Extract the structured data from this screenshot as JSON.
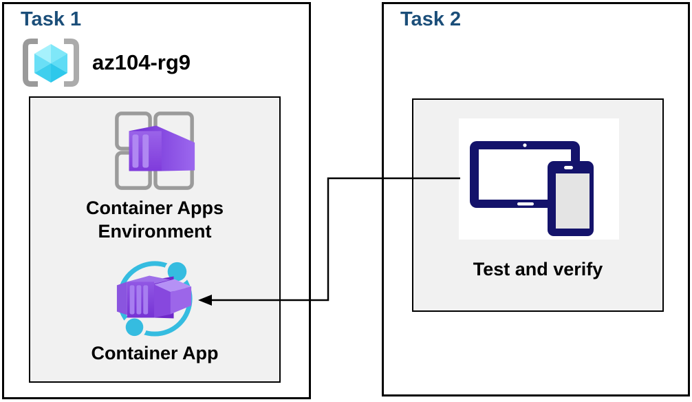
{
  "colors": {
    "title_blue": "#1B4E79",
    "panel_gray": "#F1F1F1",
    "border_black": "#000000",
    "device_navy": "#14136B",
    "accent_cyan": "#35BCE0",
    "container_purple": "#8246DB",
    "bracket_gray": "#9A9A9A"
  },
  "task1": {
    "title": "Task 1",
    "resource_group": {
      "icon": "resource-group-icon",
      "name": "az104-rg9"
    },
    "nodes": [
      {
        "icon": "container-apps-environment-icon",
        "label": "Container Apps Environment"
      },
      {
        "icon": "container-app-icon",
        "label": "Container App"
      }
    ]
  },
  "task2": {
    "title": "Task 2",
    "nodes": [
      {
        "icon": "tablet-phone-icon",
        "label": "Test and verify"
      }
    ]
  },
  "connector": {
    "style": "elbow-arrow",
    "from": "Test and verify",
    "to": "Container App"
  }
}
